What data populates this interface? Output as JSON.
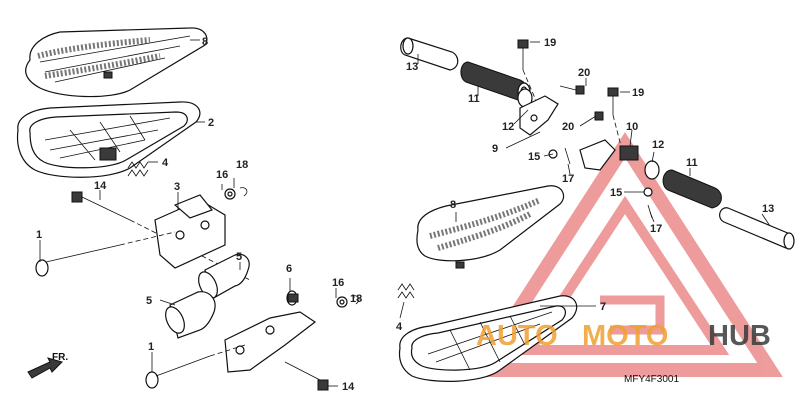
{
  "diagram": {
    "code": "MFY4F3001",
    "front_label": "FR."
  },
  "watermark": {
    "word1": "AUTO",
    "word2": "MOTO",
    "word3": "HUB",
    "color_orange": "#f0a030",
    "color_red": "#e04a4a",
    "color_dark": "#3a3a3a"
  },
  "callouts": [
    "8",
    "2",
    "4",
    "18",
    "16",
    "3",
    "14",
    "1",
    "6",
    "5",
    "16",
    "18",
    "5",
    "1",
    "14",
    "13",
    "19",
    "11",
    "20",
    "19",
    "12",
    "20",
    "10",
    "9",
    "15",
    "17",
    "12",
    "11",
    "15",
    "17",
    "13",
    "8",
    "7",
    "4"
  ]
}
